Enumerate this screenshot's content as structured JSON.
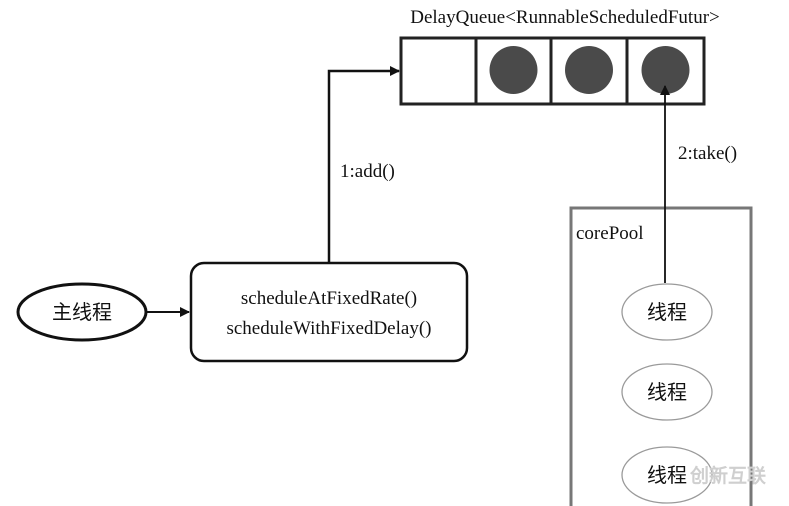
{
  "queue": {
    "title": "DelayQueue<RunnableScheduledFutur>",
    "slots": [
      {
        "filled": false
      },
      {
        "filled": true
      },
      {
        "filled": true
      },
      {
        "filled": true
      }
    ]
  },
  "main_thread": {
    "label": "主线程"
  },
  "scheduler": {
    "lines": [
      "scheduleAtFixedRate()",
      "scheduleWithFixedDelay()"
    ]
  },
  "edges": {
    "add_label": "1:add()",
    "take_label": "2:take()"
  },
  "core_pool": {
    "label": "corePool",
    "threads": [
      "线程",
      "线程",
      "线程"
    ]
  },
  "watermark": {
    "text": "创新互联"
  },
  "colors": {
    "stroke": "#111111",
    "ball": "#4a4a4a",
    "pool_border": "#777777",
    "ellipse_border": "#9a9a9a"
  }
}
